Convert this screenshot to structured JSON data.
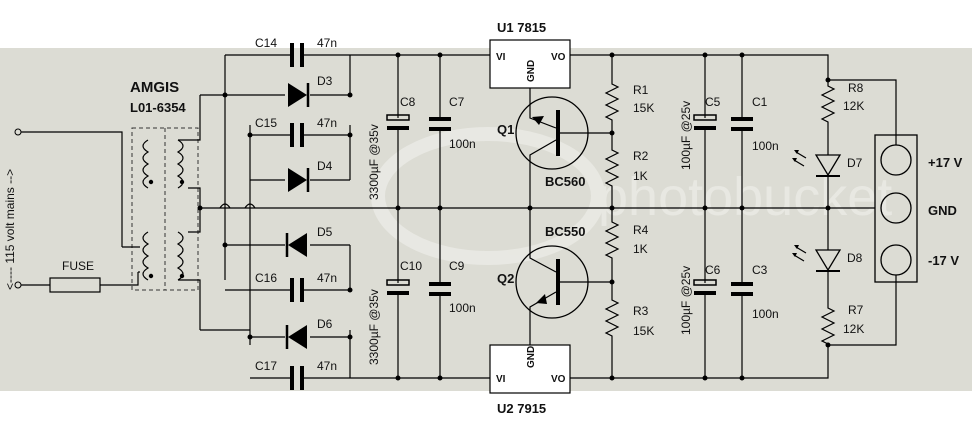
{
  "colors": {
    "board": "#dcdcd4",
    "ink": "#000000",
    "watermark": "#f2f2ee"
  },
  "transformer": {
    "brand": "AMGIS",
    "part": "L01-6354"
  },
  "mains_label": "<---- 115 volt mains -->",
  "fuse_label": "FUSE",
  "regulators": {
    "u1": {
      "title": "U1 7815",
      "vi": "VI",
      "gnd": "GND",
      "vo": "VO"
    },
    "u2": {
      "title": "U2 7915",
      "vi": "VI",
      "gnd": "GND",
      "vo": "VO"
    }
  },
  "transistors": {
    "q1": {
      "ref": "Q1",
      "part": "BC560"
    },
    "q2": {
      "ref": "Q2",
      "part": "BC550"
    }
  },
  "capacitors": {
    "c14": {
      "ref": "C14",
      "value": "47n"
    },
    "c15": {
      "ref": "C15",
      "value": "47n"
    },
    "c16": {
      "ref": "C16",
      "value": "47n"
    },
    "c17": {
      "ref": "C17",
      "value": "47n"
    },
    "c8": {
      "ref": "C8",
      "value": "3300µF @35v"
    },
    "c10": {
      "ref": "C10",
      "value": "3300µF @35v"
    },
    "c7": {
      "ref": "C7",
      "value": "100n"
    },
    "c9": {
      "ref": "C9",
      "value": "100n"
    },
    "c5": {
      "ref": "C5",
      "value": "100µF @25v"
    },
    "c6": {
      "ref": "C6",
      "value": "100µF @25v"
    },
    "c1": {
      "ref": "C1",
      "value": "100n"
    },
    "c3": {
      "ref": "C3",
      "value": "100n"
    }
  },
  "diodes": {
    "d3": "D3",
    "d4": "D4",
    "d5": "D5",
    "d6": "D6",
    "d7": "D7",
    "d8": "D8"
  },
  "resistors": {
    "r1": {
      "ref": "R1",
      "value": "15K"
    },
    "r2": {
      "ref": "R2",
      "value": "1K"
    },
    "r4": {
      "ref": "R4",
      "value": "1K"
    },
    "r3": {
      "ref": "R3",
      "value": "15K"
    },
    "r8": {
      "ref": "R8",
      "value": "12K"
    },
    "r7": {
      "ref": "R7",
      "value": "12K"
    }
  },
  "outputs": {
    "pos": "+17 V",
    "gnd": "GND",
    "neg": "-17 V"
  },
  "watermark": "photobucket"
}
